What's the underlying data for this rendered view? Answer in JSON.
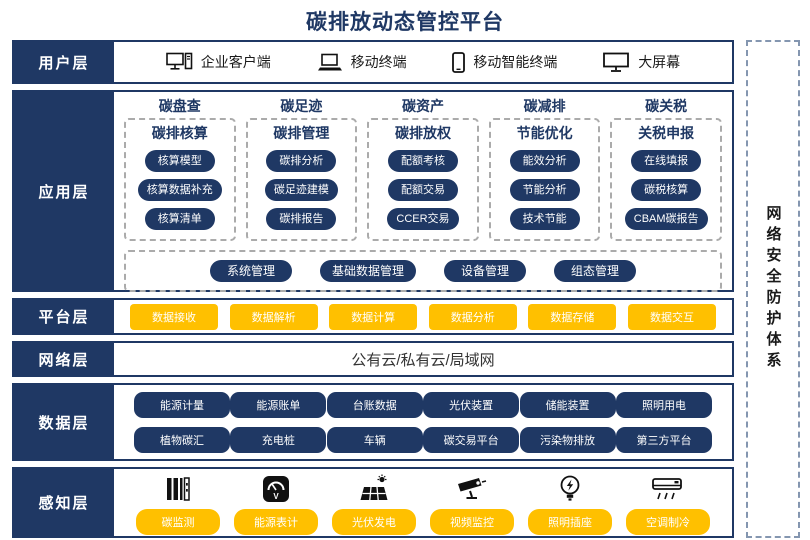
{
  "title": "碳排放动态管控平台",
  "colors": {
    "navy": "#1F3864",
    "orange": "#FFC000",
    "dashed_gray": "#ABABAB",
    "security_dash": "#8496B0"
  },
  "security_box": {
    "label": "网络安全防护体系"
  },
  "layers": {
    "user": {
      "label": "用户层",
      "items": [
        {
          "icon": "desktop-pc-icon",
          "label": "企业客户端"
        },
        {
          "icon": "laptop-icon",
          "label": "移动终端"
        },
        {
          "icon": "smartphone-icon",
          "label": "移动智能终端"
        },
        {
          "icon": "big-screen-icon",
          "label": "大屏幕"
        }
      ]
    },
    "app": {
      "label": "应用层",
      "columns": [
        {
          "header": "碳盘查",
          "subheader": "碳排核算",
          "items": [
            "核算模型",
            "核算数据补充",
            "核算清单"
          ]
        },
        {
          "header": "碳足迹",
          "subheader": "碳排管理",
          "items": [
            "碳排分析",
            "碳足迹建模",
            "碳排报告"
          ]
        },
        {
          "header": "碳资产",
          "subheader": "碳排放权",
          "items": [
            "配额考核",
            "配额交易",
            "CCER交易"
          ]
        },
        {
          "header": "碳减排",
          "subheader": "节能优化",
          "items": [
            "能效分析",
            "节能分析",
            "技术节能"
          ]
        },
        {
          "header": "碳关税",
          "subheader": "关税申报",
          "items": [
            "在线填报",
            "碳税核算",
            "CBAM碳报告"
          ]
        }
      ],
      "management": [
        "系统管理",
        "基础数据管理",
        "设备管理",
        "组态管理"
      ]
    },
    "platform": {
      "label": "平台层",
      "items": [
        "数据接收",
        "数据解析",
        "数据计算",
        "数据分析",
        "数据存储",
        "数据交互"
      ]
    },
    "network": {
      "label": "网络层",
      "text": "公有云/私有云/局域网"
    },
    "data": {
      "label": "数据层",
      "rows": [
        [
          "能源计量",
          "能源账单",
          "台账数据",
          "光伏装置",
          "储能装置",
          "照明用电"
        ],
        [
          "植物碳汇",
          "充电桩",
          "车辆",
          "碳交易平台",
          "污染物排放",
          "第三方平台"
        ]
      ]
    },
    "perception": {
      "label": "感知层",
      "items": [
        {
          "icon": "carbon-monitor-icon",
          "label": "碳监测"
        },
        {
          "icon": "energy-meter-icon",
          "label": "能源表计"
        },
        {
          "icon": "solar-power-icon",
          "label": "光伏发电"
        },
        {
          "icon": "cctv-icon",
          "label": "视频监控"
        },
        {
          "icon": "light-socket-icon",
          "label": "照明插座"
        },
        {
          "icon": "air-conditioner-icon",
          "label": "空调制冷"
        }
      ]
    }
  }
}
